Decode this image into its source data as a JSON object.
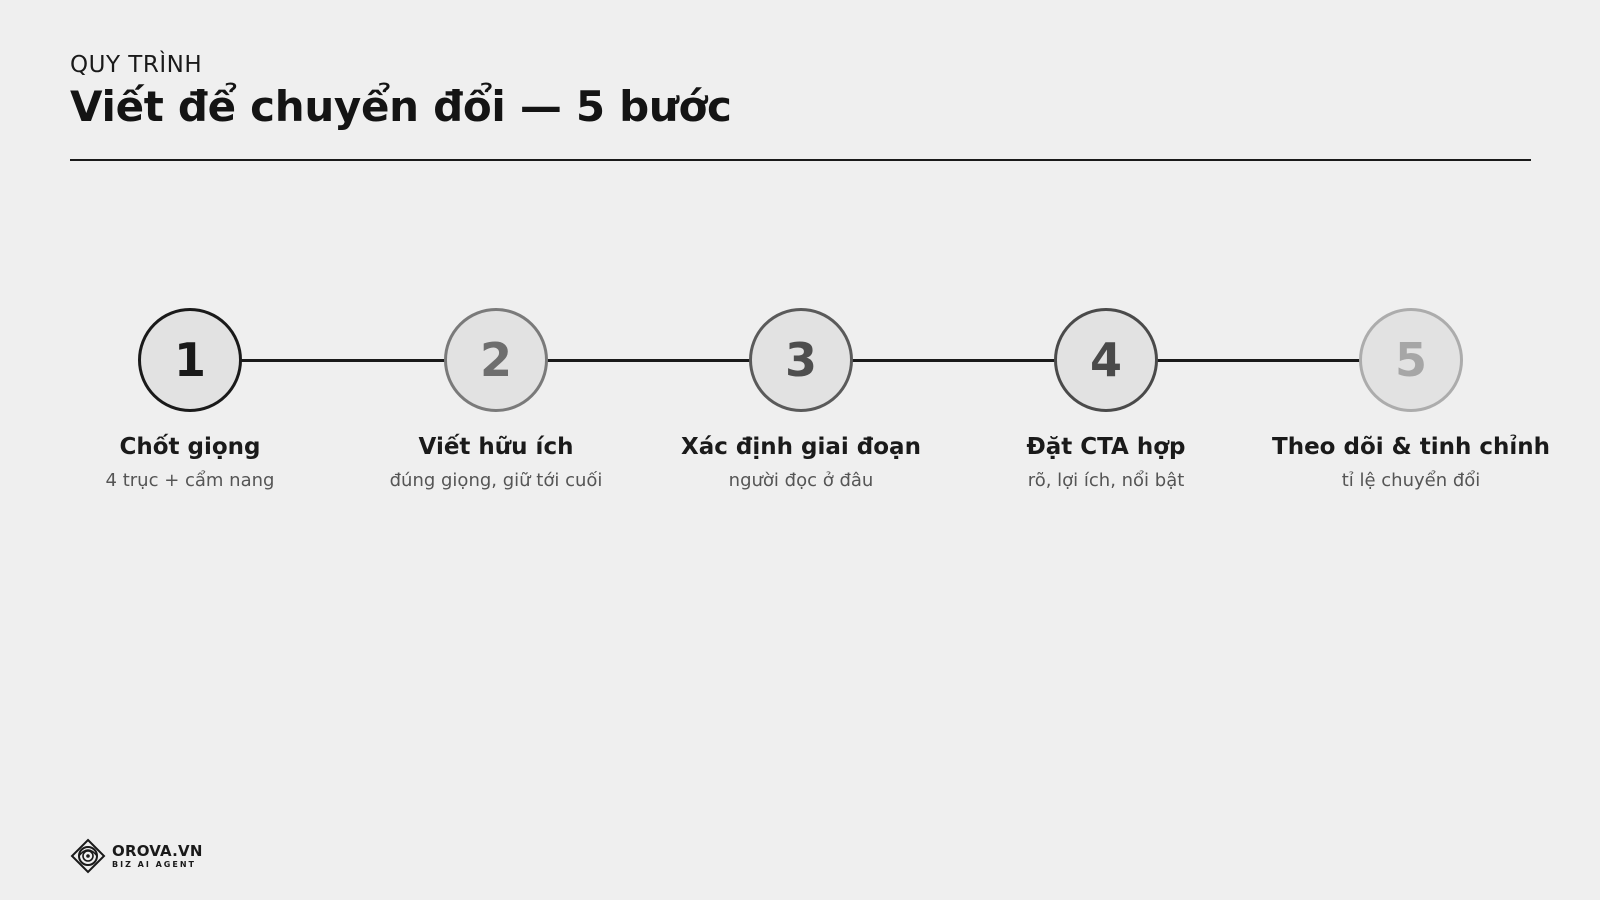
{
  "header": {
    "eyebrow": "QUY TRÌNH",
    "title": "Viết để chuyển đổi — 5 bước"
  },
  "steps": [
    {
      "number": "1",
      "title": "Chốt giọng",
      "subtitle": "4 trục + cẩm nang",
      "border": "#1a1a1a",
      "text_color": "#1a1a1a"
    },
    {
      "number": "2",
      "title": "Viết hữu ích",
      "subtitle": "đúng giọng, giữ tới cuối",
      "border": "#7a7a7a",
      "text_color": "#6e6e6e"
    },
    {
      "number": "3",
      "title": "Xác định giai đoạn",
      "subtitle": "người đọc ở đâu",
      "border": "#5a5a5a",
      "text_color": "#4e4e4e"
    },
    {
      "number": "4",
      "title": "Đặt CTA hợp",
      "subtitle": "rõ, lợi ích, nổi bật",
      "border": "#4a4a4a",
      "text_color": "#4a4a4a"
    },
    {
      "number": "5",
      "title": "Theo dõi & tinh chỉnh",
      "subtitle": "tỉ lệ chuyển đổi",
      "border": "#acacac",
      "text_color": "#a6a6a6"
    }
  ],
  "brand": {
    "name": "OROVA.VN",
    "tagline": "BIZ AI AGENT"
  }
}
